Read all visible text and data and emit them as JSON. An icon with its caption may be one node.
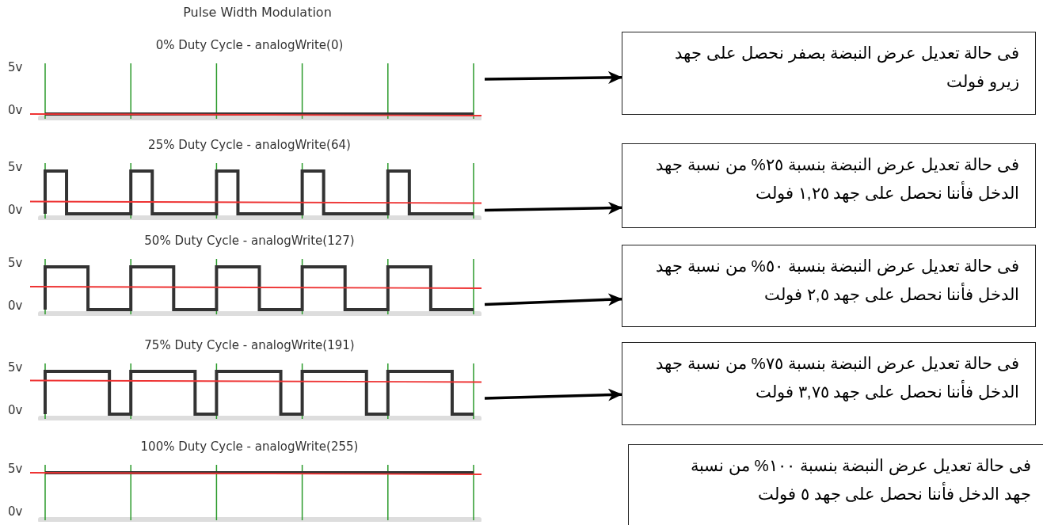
{
  "diagram": {
    "title": "Pulse Width Modulation",
    "nodes": [
      {
        "text": [
          "0% Duty Cycle - analogWrite(0)"
        ],
        "beside": [
          "5v",
          "0v"
        ]
      },
      {
        "text": [
          "25% Duty Cycle - analogWrite(64)"
        ],
        "beside": [
          "5v",
          "0v"
        ]
      },
      {
        "text": [
          "50% Duty Cycle - analogWrite(127)"
        ],
        "beside": [
          "5v",
          "0v"
        ]
      },
      {
        "text": [
          "75% Duty Cycle - analogWrite(191)"
        ],
        "beside": [
          "5v",
          "0v"
        ]
      },
      {
        "text": [
          "100% Duty Cycle - analogWrite(255)"
        ],
        "beside": [
          "5v",
          "0v"
        ]
      },
      {
        "text": [
          "فى حالة تعديل عرض النبضة بصفر نحصل على جهد زيرو فولت"
        ]
      },
      {
        "text": [
          "فى حالة تعديل عرض النبضة بنسبة ٢٥% من نسبة جهد الدخل فأننا نحصل على جهد ١,٢٥ فولت"
        ]
      },
      {
        "text": [
          "فى حالة تعديل عرض النبضة بنسبة ٥٠% من نسبة جهد الدخل فأننا نحصل على جهد ٢,٥ فولت"
        ]
      },
      {
        "text": [
          "فى حالة تعديل عرض النبضة بنسبة ٧٥% من نسبة جهد الدخل فأننا نحصل على جهد ٣,٧٥ فولت"
        ]
      },
      {
        "text": [
          "فى حالة تعديل عرض النبضة بنسبة ١٠٠% من نسبة جهد الدخل فأننا نحصل على جهد ٥ فولت"
        ]
      }
    ],
    "edges": [
      {
        "from": 0,
        "to": 5,
        "arrow": "to"
      },
      {
        "from": 1,
        "to": 6,
        "arrow": "to"
      },
      {
        "from": 2,
        "to": 7,
        "arrow": "to"
      },
      {
        "from": 3,
        "to": 8,
        "arrow": "to"
      }
    ]
  }
}
